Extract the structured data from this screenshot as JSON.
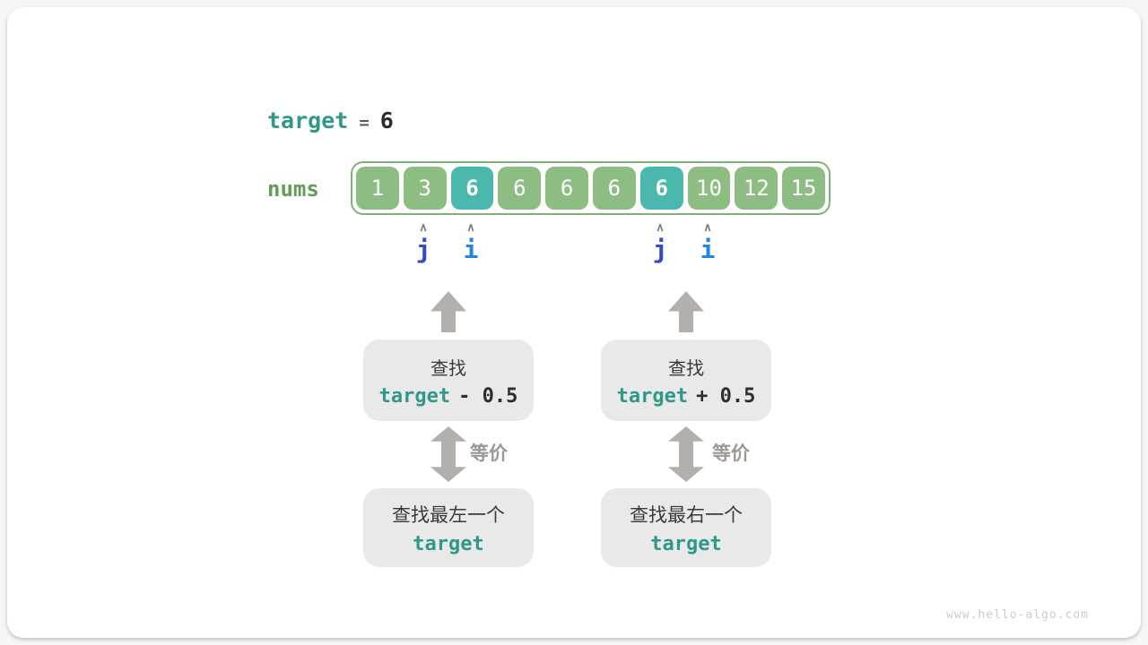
{
  "watermark": "www.hello-algo.com",
  "icons": {
    "caret_up": "∧"
  },
  "header": {
    "var": "target",
    "eq": "=",
    "value": "6"
  },
  "array": {
    "label": "nums",
    "cells": [
      {
        "value": "1",
        "highlight": false
      },
      {
        "value": "3",
        "highlight": false
      },
      {
        "value": "6",
        "highlight": true
      },
      {
        "value": "6",
        "highlight": false
      },
      {
        "value": "6",
        "highlight": false
      },
      {
        "value": "6",
        "highlight": false
      },
      {
        "value": "6",
        "highlight": true
      },
      {
        "value": "10",
        "highlight": false
      },
      {
        "value": "12",
        "highlight": false
      },
      {
        "value": "15",
        "highlight": false
      }
    ]
  },
  "pointers": [
    {
      "label": "j"
    },
    {
      "label": "i"
    },
    {
      "label": "j"
    },
    {
      "label": "i"
    }
  ],
  "flow": {
    "left": {
      "search_line1": "查找",
      "expr_var": "target",
      "expr_op": "- 0.5",
      "equiv": "等价",
      "result_line1": "查找最左一个",
      "result_var": "target"
    },
    "right": {
      "search_line1": "查找",
      "expr_var": "target",
      "expr_op": "+ 0.5",
      "equiv": "等价",
      "result_line1": "查找最右一个",
      "result_var": "target"
    }
  },
  "colors": {
    "cell_green": "#8dbd83",
    "cell_teal": "#4ab8ac",
    "array_border": "#7eb377",
    "nums_label_green": "#5f9e53",
    "code_teal": "#2f988a",
    "pointer_j_blue": "#3449cb",
    "pointer_i_blue": "#2385de",
    "arrow_gray": "#b2afac",
    "equiv_gray": "#9b9895",
    "box_gray": "#e9e9e9"
  }
}
